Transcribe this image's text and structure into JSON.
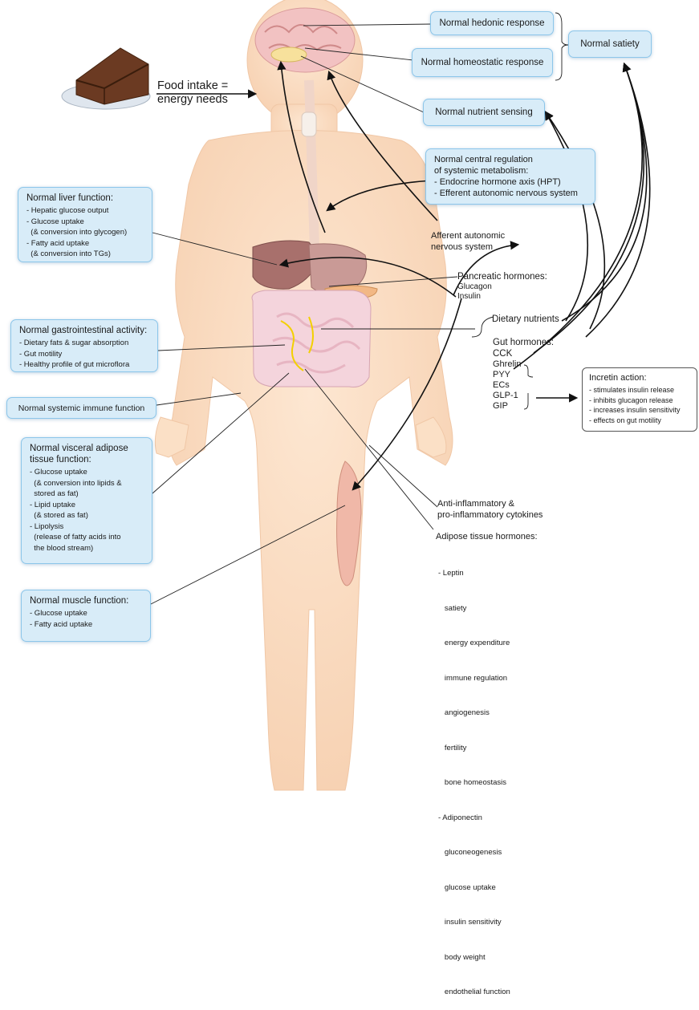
{
  "food_intake": {
    "line1": "Food intake =",
    "line2": "energy needs"
  },
  "brain_boxes": {
    "hedonic": "Normal hedonic response",
    "homeostatic": "Normal homeostatic response",
    "satiety": "Normal satiety",
    "nutrient_sensing": "Normal nutrient sensing"
  },
  "central_regulation": {
    "lines": [
      "Normal central regulation",
      "of systemic metabolism:",
      "- Endocrine hormone axis (HPT)",
      "- Efferent autonomic nervous system"
    ]
  },
  "liver": {
    "title": "Normal liver function:",
    "items": [
      "- Hepatic glucose output",
      "- Glucose uptake",
      "  (& conversion into glycogen)",
      "- Fatty acid uptake",
      "  (& conversion into TGs)"
    ]
  },
  "gi": {
    "title": "Normal gastrointestinal activity:",
    "items": [
      "- Dietary fats & sugar absorption",
      "- Gut motility",
      "- Healthy profile of gut microflora"
    ]
  },
  "immune": {
    "title": "Normal systemic immune function"
  },
  "adipose": {
    "title_line1": "Normal visceral adipose",
    "title_line2": "tissue function:",
    "items": [
      "- Glucose uptake",
      "  (& conversion into lipids &",
      "  stored as fat)",
      "- Lipid uptake",
      "  (& stored as fat)",
      "- Lipolysis",
      "  (release of fatty acids into",
      "  the blood stream)"
    ]
  },
  "muscle": {
    "title": "Normal muscle function:",
    "items": [
      "- Glucose uptake",
      "- Fatty acid uptake"
    ]
  },
  "afferent": {
    "line1": "Afferent autonomic",
    "line2": "nervous system"
  },
  "pancreatic": {
    "title": "Pancreatic hormones:",
    "items": [
      "Glucagon",
      "Insulin"
    ]
  },
  "dietary_nutrients": "Dietary nutrients",
  "gut_hormones": {
    "title": "Gut hormones:",
    "items": [
      "CCK",
      "Ghrelin",
      "PYY",
      "ECs",
      "GLP-1",
      "GIP"
    ]
  },
  "incretin": {
    "title": "Incretin action:",
    "items": [
      "- stimulates insulin release",
      "- inhibits glucagon release",
      "- increases insulin sensitivity",
      "- effects on gut motility"
    ]
  },
  "cytokines": {
    "line1": "Anti-inflammatory &",
    "line2": "pro-inflammatory cytokines"
  },
  "adipose_hormones": {
    "title": "Adipose tissue hormones:",
    "items": [
      "- Leptin",
      "   satiety",
      "   energy expenditure",
      "   immune regulation",
      "   angiogenesis",
      "   fertility",
      "   bone homeostasis",
      "- Adiponectin",
      "   gluconeogenesis",
      "   glucose uptake",
      "   insulin sensitivity",
      "   body weight",
      "   endothelial function"
    ]
  },
  "colors": {
    "box_fill": "#d8ecf8",
    "box_border": "#8cc6ea",
    "body_skin": "#fbe0c6",
    "liver": "#a8706c",
    "intestine": "#f4d4dc",
    "muscle": "#f0b8a8",
    "cake": "#6b3a22"
  },
  "icons": [
    "cake-icon",
    "human-body-figure",
    "brain-icon",
    "liver-organ",
    "stomach-organ",
    "intestines-organ",
    "muscle-organ"
  ]
}
